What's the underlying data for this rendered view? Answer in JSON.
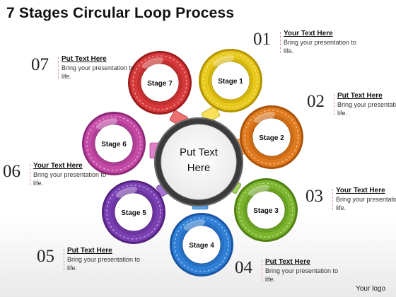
{
  "title": "7 Stages Circular Loop Process",
  "center_text_line1": "Put Text",
  "center_text_line2": "Here",
  "logo_text": "Your logo",
  "stages": [
    {
      "label": "Stage 1",
      "color": "#e8c81a",
      "dark": "#b39400",
      "connector": "#f7e05a"
    },
    {
      "label": "Stage 2",
      "color": "#e07a1f",
      "dark": "#a9530a",
      "connector": "#f2a45a"
    },
    {
      "label": "Stage 3",
      "color": "#7cb52e",
      "dark": "#4f7f12",
      "connector": "#a6d45e"
    },
    {
      "label": "Stage 4",
      "color": "#2f7fd6",
      "dark": "#1a55a3",
      "connector": "#5aa6ee"
    },
    {
      "label": "Stage 5",
      "color": "#7a3fb3",
      "dark": "#54227f",
      "connector": "#a575d6"
    },
    {
      "label": "Stage 6",
      "color": "#c44aa6",
      "dark": "#8d2a78",
      "connector": "#e27fcb"
    },
    {
      "label": "Stage 7",
      "color": "#d63a3a",
      "dark": "#9c1e1e",
      "connector": "#ee7070"
    }
  ],
  "callouts": [
    {
      "num": "01",
      "head": "Your Text Here",
      "body": "Bring your presentation to life."
    },
    {
      "num": "02",
      "head": "Put Text Here",
      "body": "Bring your presentation to life."
    },
    {
      "num": "03",
      "head": "Your Text Here",
      "body": "Bring your presentation to life."
    },
    {
      "num": "04",
      "head": "Put Text Here",
      "body": "Bring your presentation to life."
    },
    {
      "num": "05",
      "head": "Put Text Here",
      "body": "Bring your presentation to life."
    },
    {
      "num": "06",
      "head": "Your Text Here",
      "body": "Bring your presentation to life."
    },
    {
      "num": "07",
      "head": "Put Text Here",
      "body": "Bring your presentation to life."
    }
  ]
}
